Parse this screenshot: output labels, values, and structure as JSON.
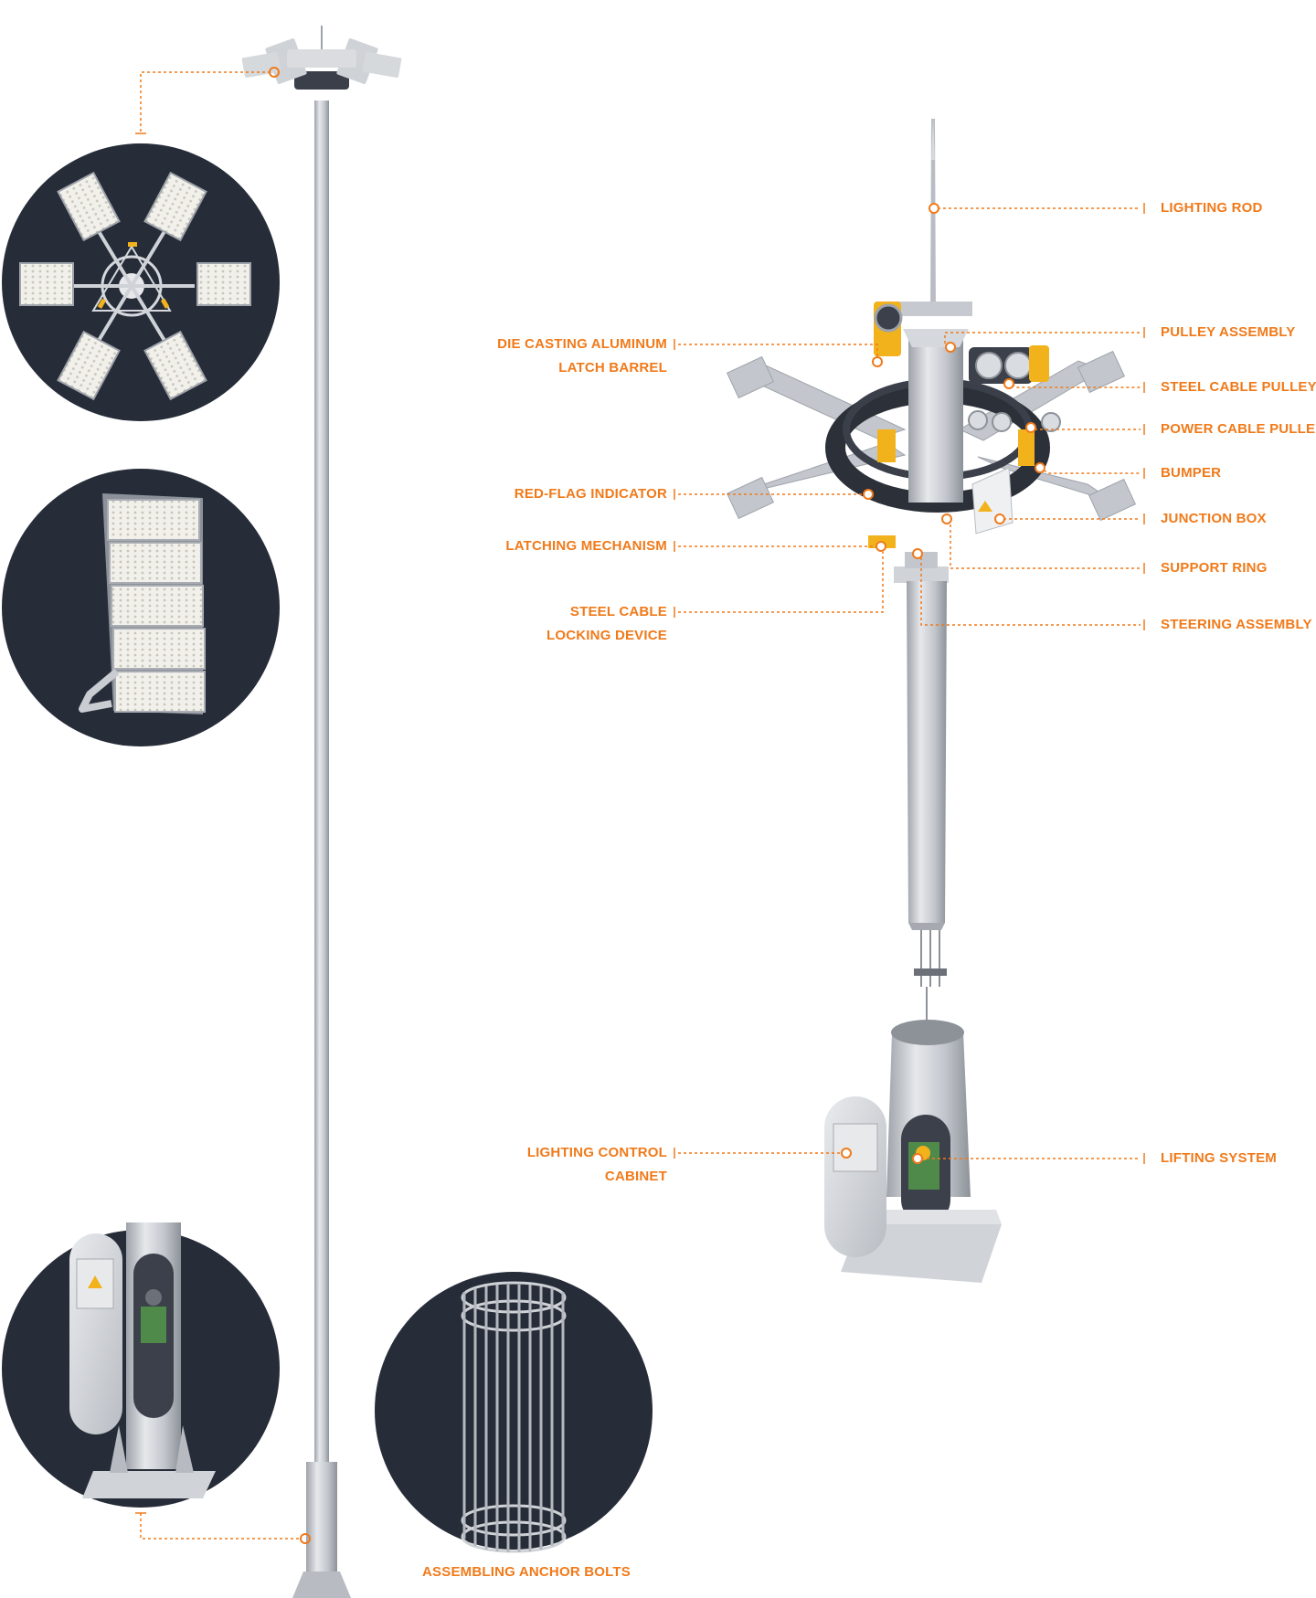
{
  "colors": {
    "accent": "#f07a1a",
    "circle_bg": "#262c38",
    "steel": "#c9ccd1",
    "yellow": "#f2b21c"
  },
  "labels": {
    "lighting_rod": "LIGHTING ROD",
    "pulley_assembly": "PULLEY ASSEMBLY",
    "steel_cable_pulleys": "STEEL CABLE PULLEYS",
    "power_cable_pulleys": "POWER CABLE PULLEYS",
    "bumper": "BUMPER",
    "junction_box": "JUNCTION BOX",
    "support_ring": "SUPPORT RING",
    "steering_assembly": "STEERING ASSEMBLY",
    "die_casting_1": "DIE CASTING ALUMINUM",
    "die_casting_2": "LATCH BARREL",
    "red_flag_indicator": "RED-FLAG INDICATOR",
    "latching_mechanism": "LATCHING MECHANISM",
    "steel_cable_locking_1": "STEEL CABLE",
    "steel_cable_locking_2": "LOCKING DEVICE",
    "lighting_control_1": "LIGHTING CONTROL",
    "lighting_control_2": "CABINET",
    "lifting_system": "LIFTING SYSTEM",
    "anchor_bolts": "ASSEMBLING ANCHOR BOLTS"
  },
  "icons": [
    "flood-light-array-icon",
    "flood-light-module-icon",
    "pole-base-cabinet-icon",
    "anchor-bolt-cage-icon",
    "warning-triangle-icon"
  ]
}
